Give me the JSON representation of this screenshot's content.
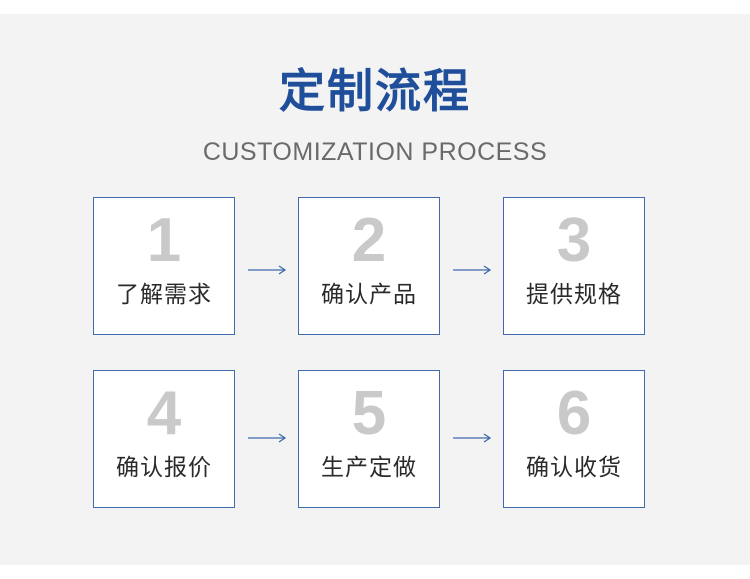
{
  "header": {
    "title": "定制流程",
    "subtitle": "CUSTOMIZATION PROCESS"
  },
  "colors": {
    "accent": "#1f4e9a",
    "border": "#3f6aad",
    "number": "#c9c9c9",
    "background": "#f3f3f3"
  },
  "steps": [
    {
      "number": "1",
      "label": "了解需求"
    },
    {
      "number": "2",
      "label": "确认产品"
    },
    {
      "number": "3",
      "label": "提供规格"
    },
    {
      "number": "4",
      "label": "确认报价"
    },
    {
      "number": "5",
      "label": "生产定做"
    },
    {
      "number": "6",
      "label": "确认收货"
    }
  ],
  "arrow_icon": "arrow-right-icon"
}
